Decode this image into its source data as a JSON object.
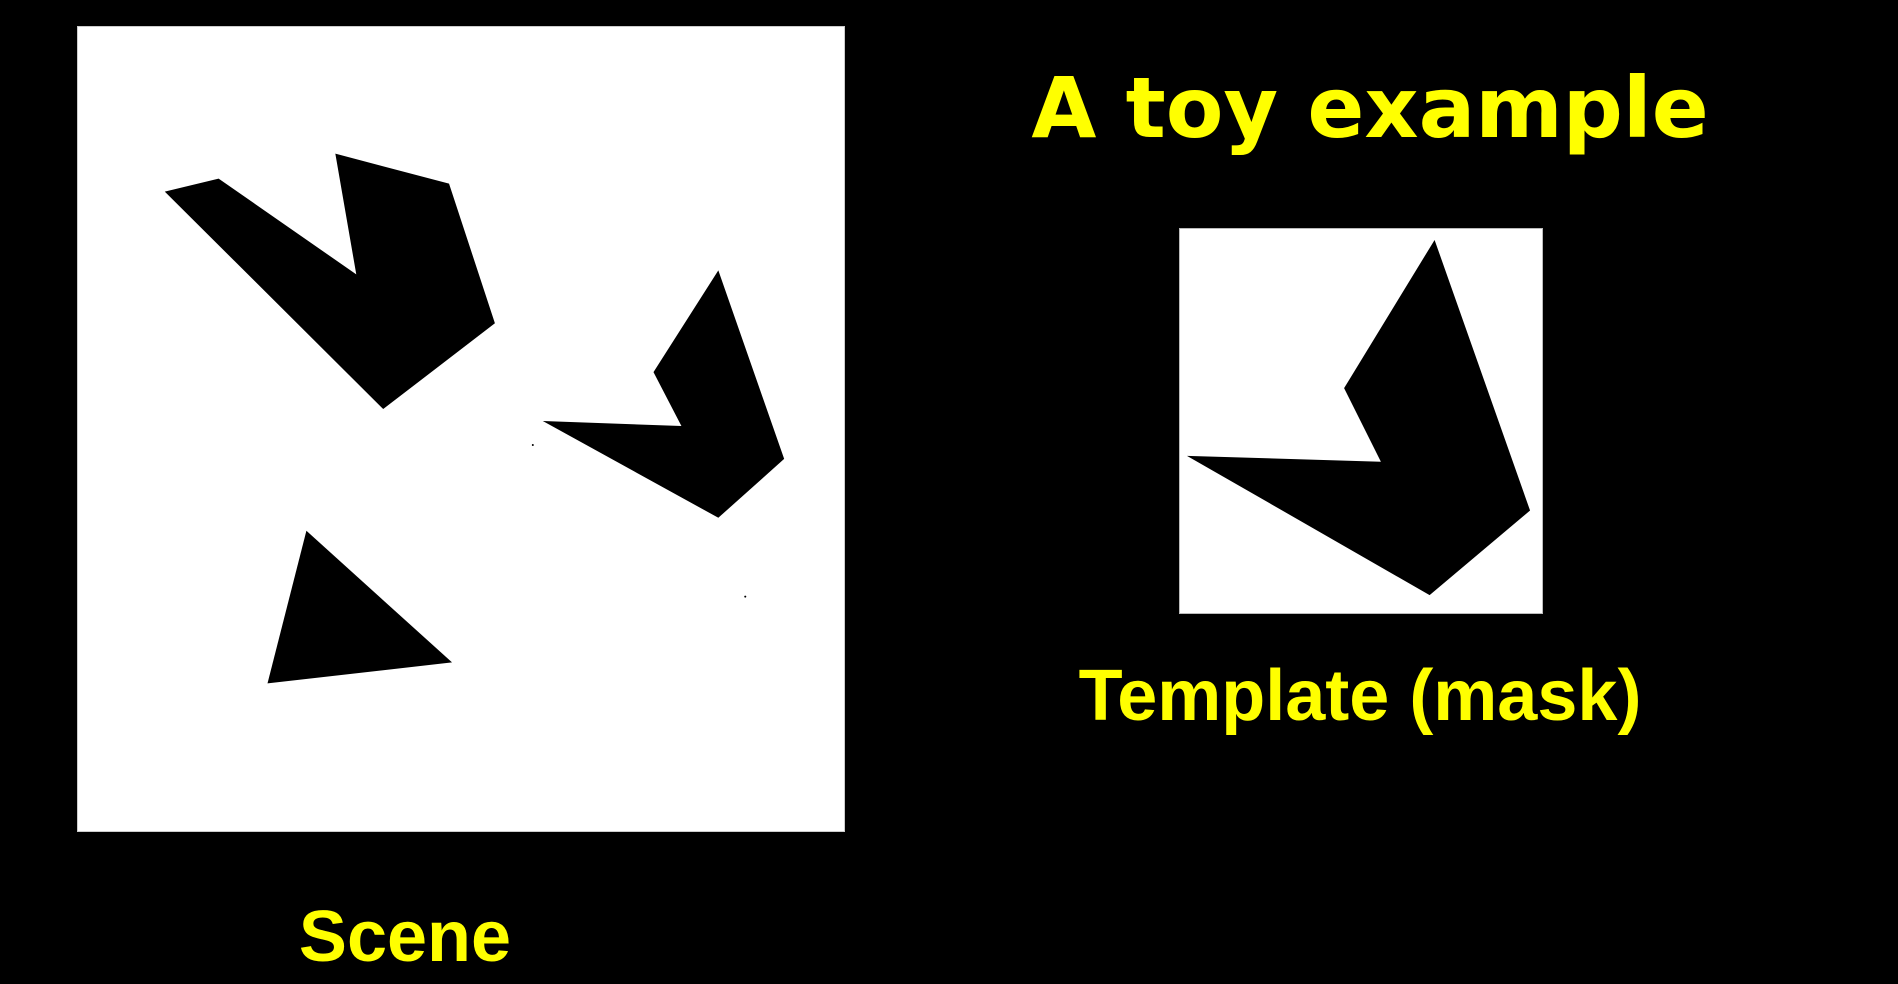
{
  "slide": {
    "title": "A toy example",
    "scene_caption": "Scene",
    "template_caption": "Template (mask)"
  },
  "colors": {
    "background": "#000000",
    "text": "#ffff00",
    "panel": "#ffffff",
    "shape": "#000000"
  },
  "scene": {
    "shapes": [
      "arrowhead-shape",
      "arrowhead-shape",
      "triangle-shape"
    ]
  },
  "template": {
    "shapes": [
      "arrowhead-shape"
    ]
  }
}
